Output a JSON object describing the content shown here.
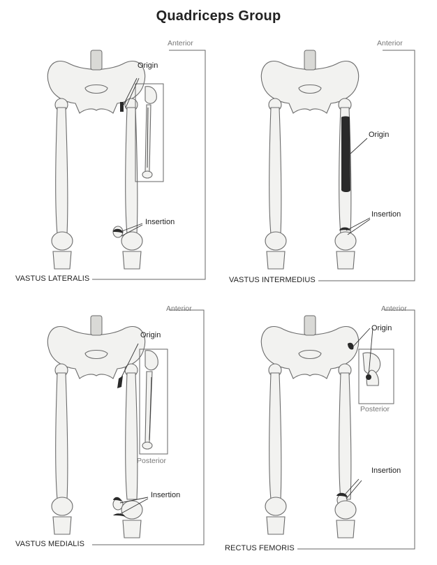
{
  "title": "Quadriceps Group",
  "panels": [
    {
      "muscle": "VASTUS LATERALIS",
      "view_label": "Anterior",
      "origin_label": "Origin",
      "insertion_label": "Insertion",
      "inset_label": ""
    },
    {
      "muscle": "VASTUS INTERMEDIUS",
      "view_label": "Anterior",
      "origin_label": "Origin",
      "insertion_label": "Insertion",
      "inset_label": ""
    },
    {
      "muscle": "VASTUS MEDIALIS",
      "view_label": "Anterior",
      "origin_label": "Origin",
      "insertion_label": "Insertion",
      "inset_label": "Posterior"
    },
    {
      "muscle": "RECTUS FEMORIS",
      "view_label": "Anterior",
      "origin_label": "Origin",
      "insertion_label": "Insertion",
      "inset_label": "Posterior"
    }
  ],
  "colors": {
    "bone_fill": "#f2f2f0",
    "bone_outline": "#6b6b6b",
    "attachment_mark": "#2a2a2a"
  }
}
